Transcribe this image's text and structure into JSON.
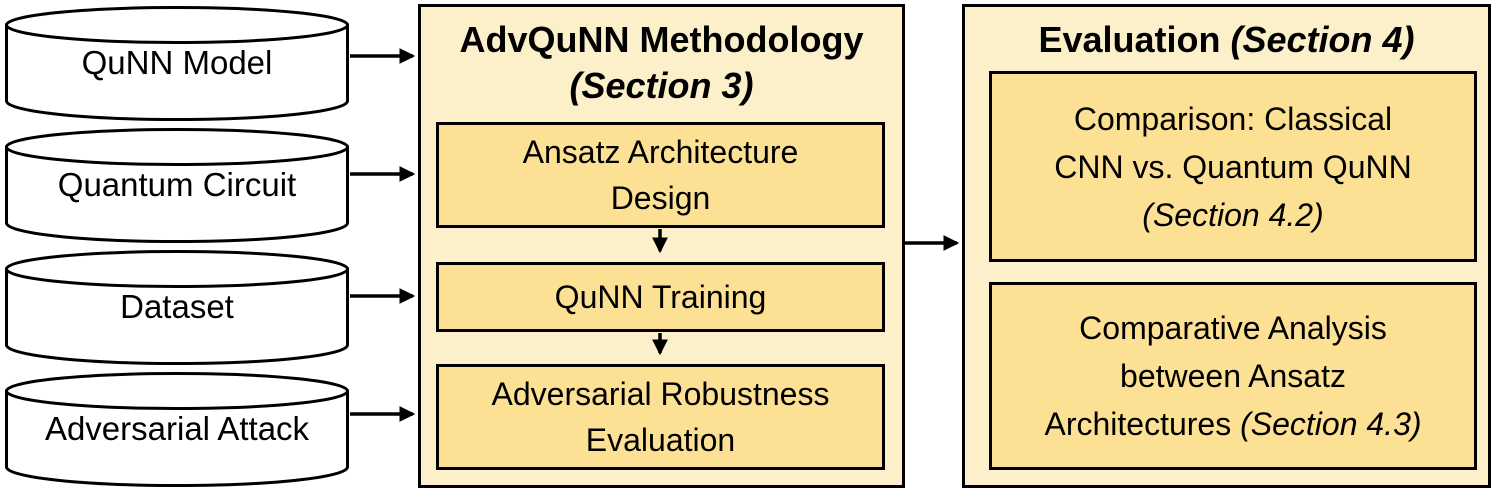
{
  "colors": {
    "background": "#FFFFFF",
    "panel_fill": "#FCF0CB",
    "step_fill": "#FCE093",
    "line": "#000000",
    "text": "#000000",
    "cylinder_fill": "#FFFFFF"
  },
  "inputs": [
    {
      "label": "QuNN Model"
    },
    {
      "label": "Quantum Circuit"
    },
    {
      "label": "Dataset"
    },
    {
      "label": "Adversarial Attack"
    }
  ],
  "methodology": {
    "title_line1": "AdvQuNN Methodology",
    "title_line2": "(Section 3)",
    "steps": [
      {
        "line1": "Ansatz Architecture",
        "line2": "Design"
      },
      {
        "line1": "QuNN Training"
      },
      {
        "line1": "Adversarial Robustness",
        "line2": "Evaluation"
      }
    ]
  },
  "evaluation": {
    "title_prefix": "Evaluation ",
    "title_section": "(Section 4)",
    "items": [
      {
        "line1": "Comparison: Classical",
        "line2": "CNN vs. Quantum QuNN",
        "line3_italic": "(Section 4.2)"
      },
      {
        "line1": "Comparative Analysis",
        "line2": "between Ansatz",
        "line3_prefix": "Architectures ",
        "line3_italic": "(Section 4.3)"
      }
    ]
  }
}
